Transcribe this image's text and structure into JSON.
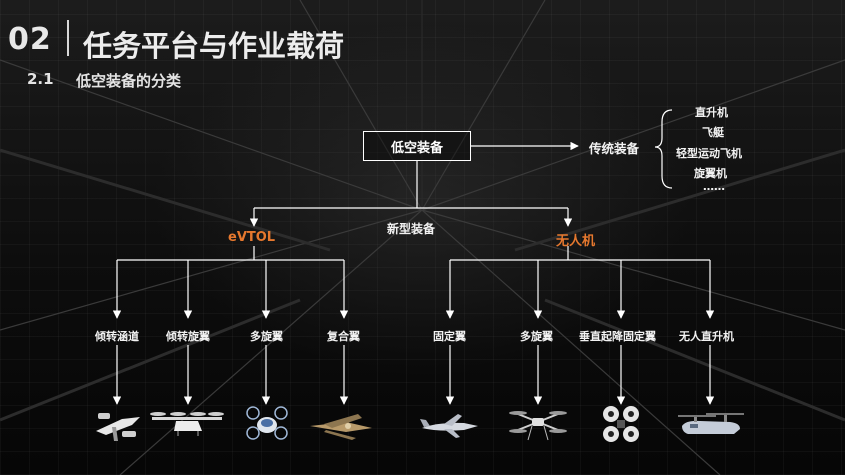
{
  "header": {
    "section_number": "02",
    "section_title": "任务平台与作业载荷",
    "subsection_number": "2.1",
    "subsection_title": "低空装备的分类"
  },
  "diagram": {
    "root": "低空装备",
    "traditional": {
      "label": "传统装备",
      "items": [
        "直升机",
        "飞艇",
        "轻型运动飞机",
        "旋翼机",
        "……"
      ]
    },
    "new_label": "新型装备",
    "evtol": {
      "label": "eVTOL",
      "children": [
        "倾转涵道",
        "倾转旋翼",
        "多旋翼",
        "复合翼"
      ]
    },
    "uav": {
      "label": "无人机",
      "children": [
        "固定翼",
        "多旋翼",
        "垂直起降固定翼",
        "无人直升机"
      ]
    }
  },
  "colors": {
    "accent": "#e6782e",
    "line": "#ffffff",
    "text": "#ffffff"
  }
}
